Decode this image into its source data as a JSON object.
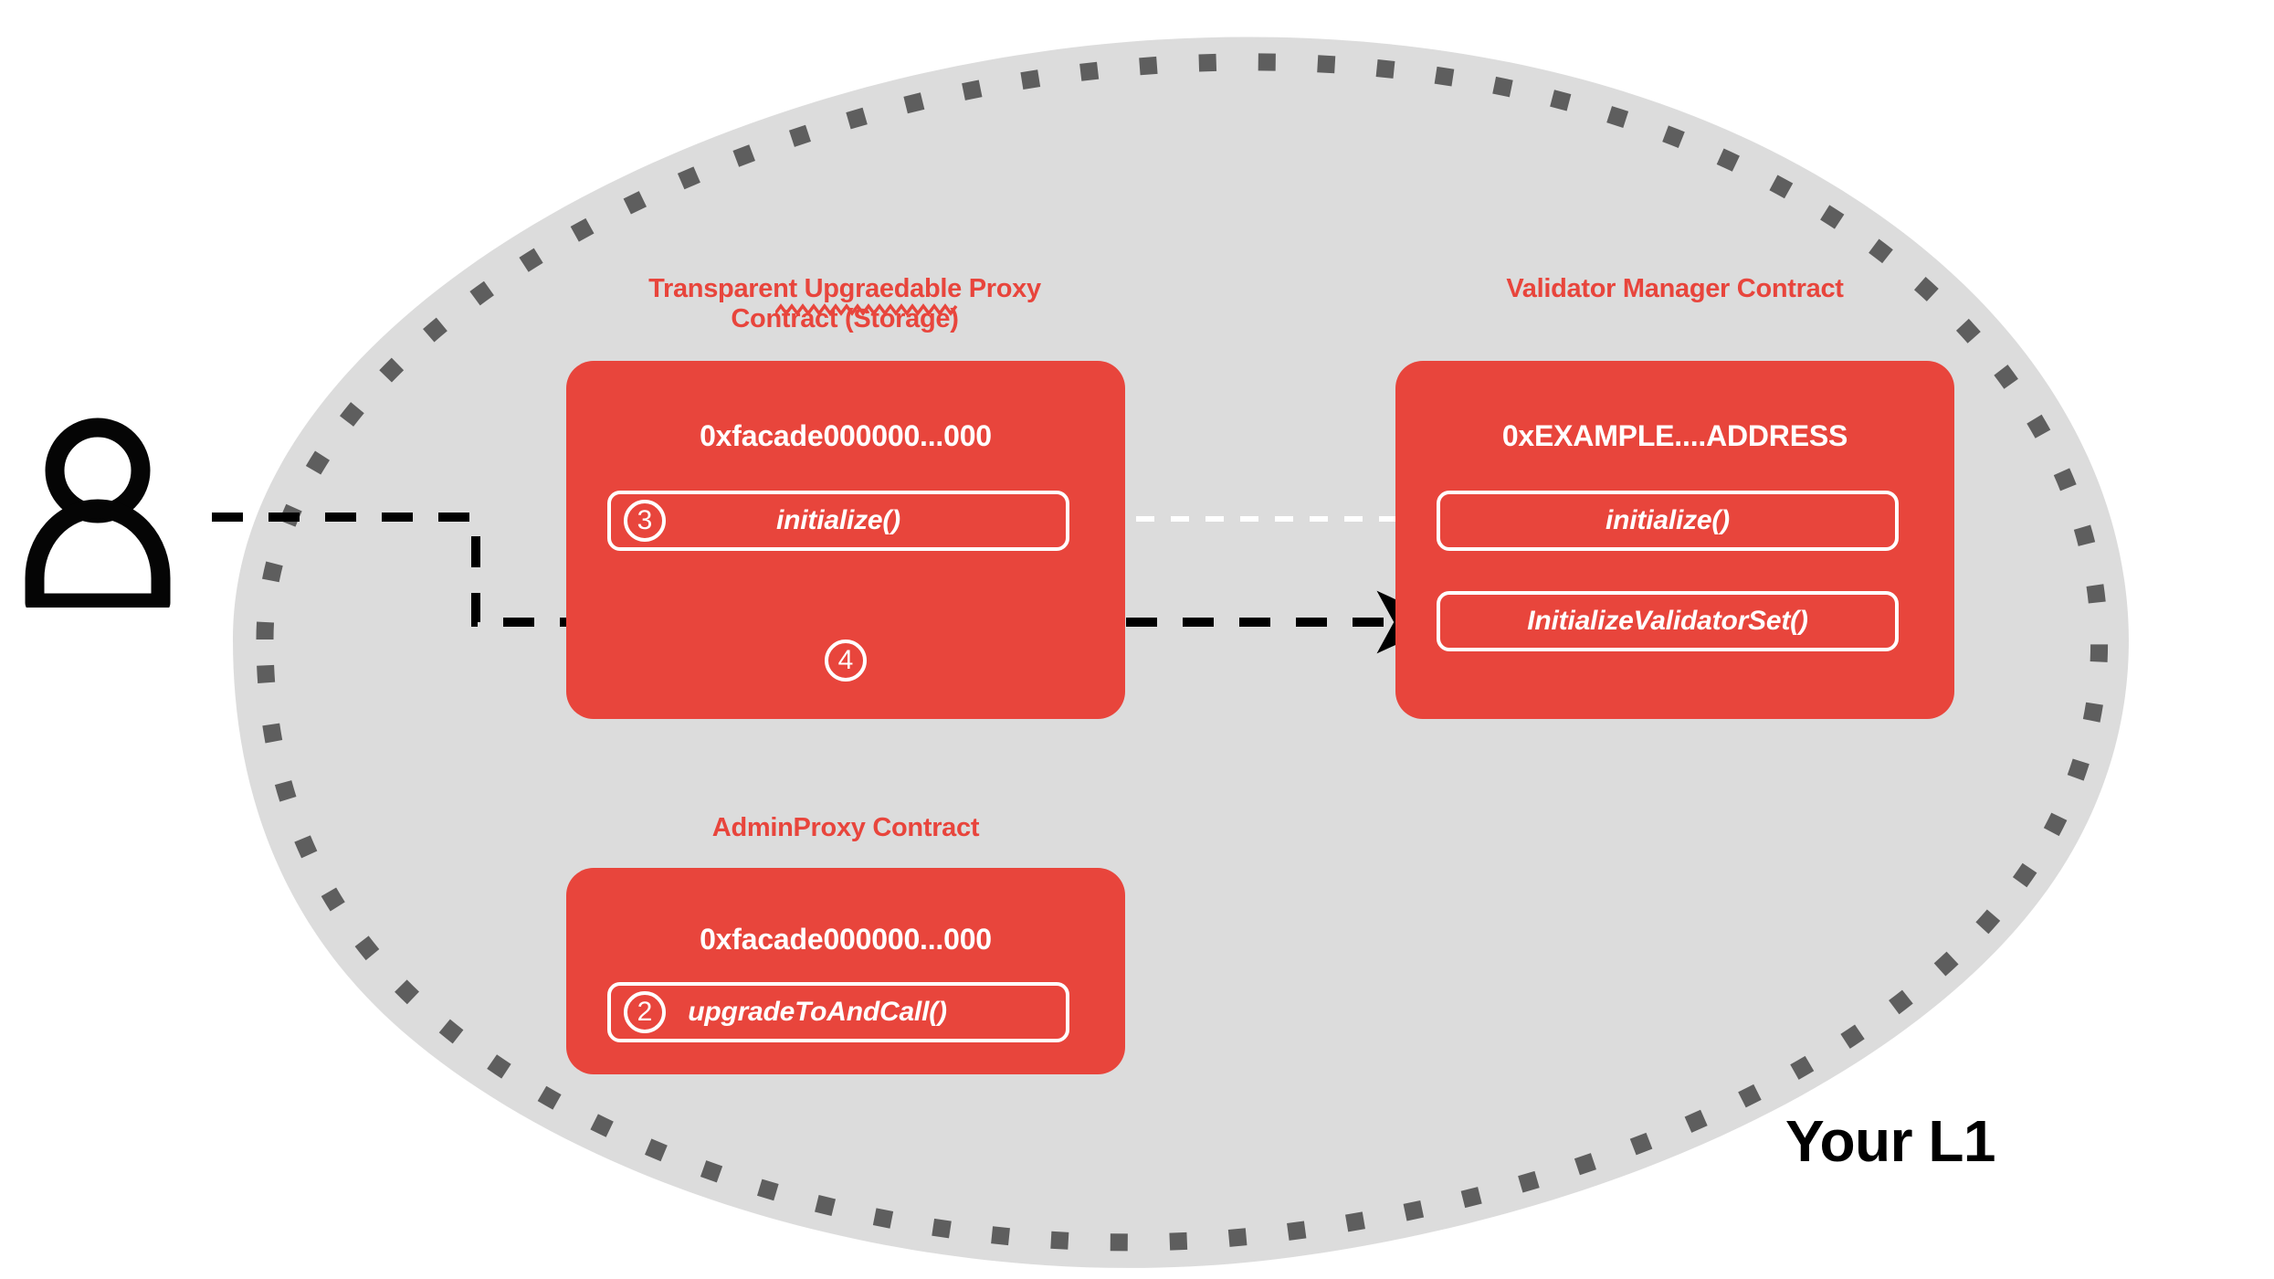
{
  "region": {
    "label": "Your L1",
    "fill_color": "#DCDCDC",
    "dash_color": "#5E5E5E"
  },
  "actor": {
    "icon": "person-icon"
  },
  "theme": {
    "contract_red": "#E8453C",
    "card_text": "#FFFFFF",
    "arrow_black": "#000000",
    "arrow_white": "#FFFFFF"
  },
  "contracts": [
    {
      "id": "transparent-proxy",
      "title_line1": "Transparent Upgraedable Proxy",
      "title_line2": "Contract (Storage)",
      "misspelled_word": "Upgraedable",
      "address": "0xfacade000000...000",
      "functions": [
        {
          "step": "3",
          "label": "initialize()"
        }
      ],
      "floating_step": "4"
    },
    {
      "id": "validator-manager",
      "title_line1": "Validator Manager Contract",
      "title_line2": "",
      "address": "0xEXAMPLE....ADDRESS",
      "functions": [
        {
          "step": "",
          "label": "initialize()"
        },
        {
          "step": "",
          "label": "InitializeValidatorSet()"
        }
      ]
    },
    {
      "id": "admin-proxy",
      "title_line1": "AdminProxy  Contract",
      "title_line2": "",
      "address": "0xfacade000000...000",
      "functions": [
        {
          "step": "2",
          "label": "upgradeToAndCall()"
        }
      ]
    }
  ],
  "connections": [
    {
      "id": "actor-to-proxy",
      "style": "dashed",
      "color": "#000000",
      "from": "actor",
      "to": "validator-manager.InitializeValidatorSet()"
    },
    {
      "id": "proxy-initialize-to-vm-initialize",
      "style": "dashed",
      "color": "#FFFFFF",
      "from": "transparent-proxy.initialize()",
      "to": "validator-manager.initialize()"
    }
  ]
}
